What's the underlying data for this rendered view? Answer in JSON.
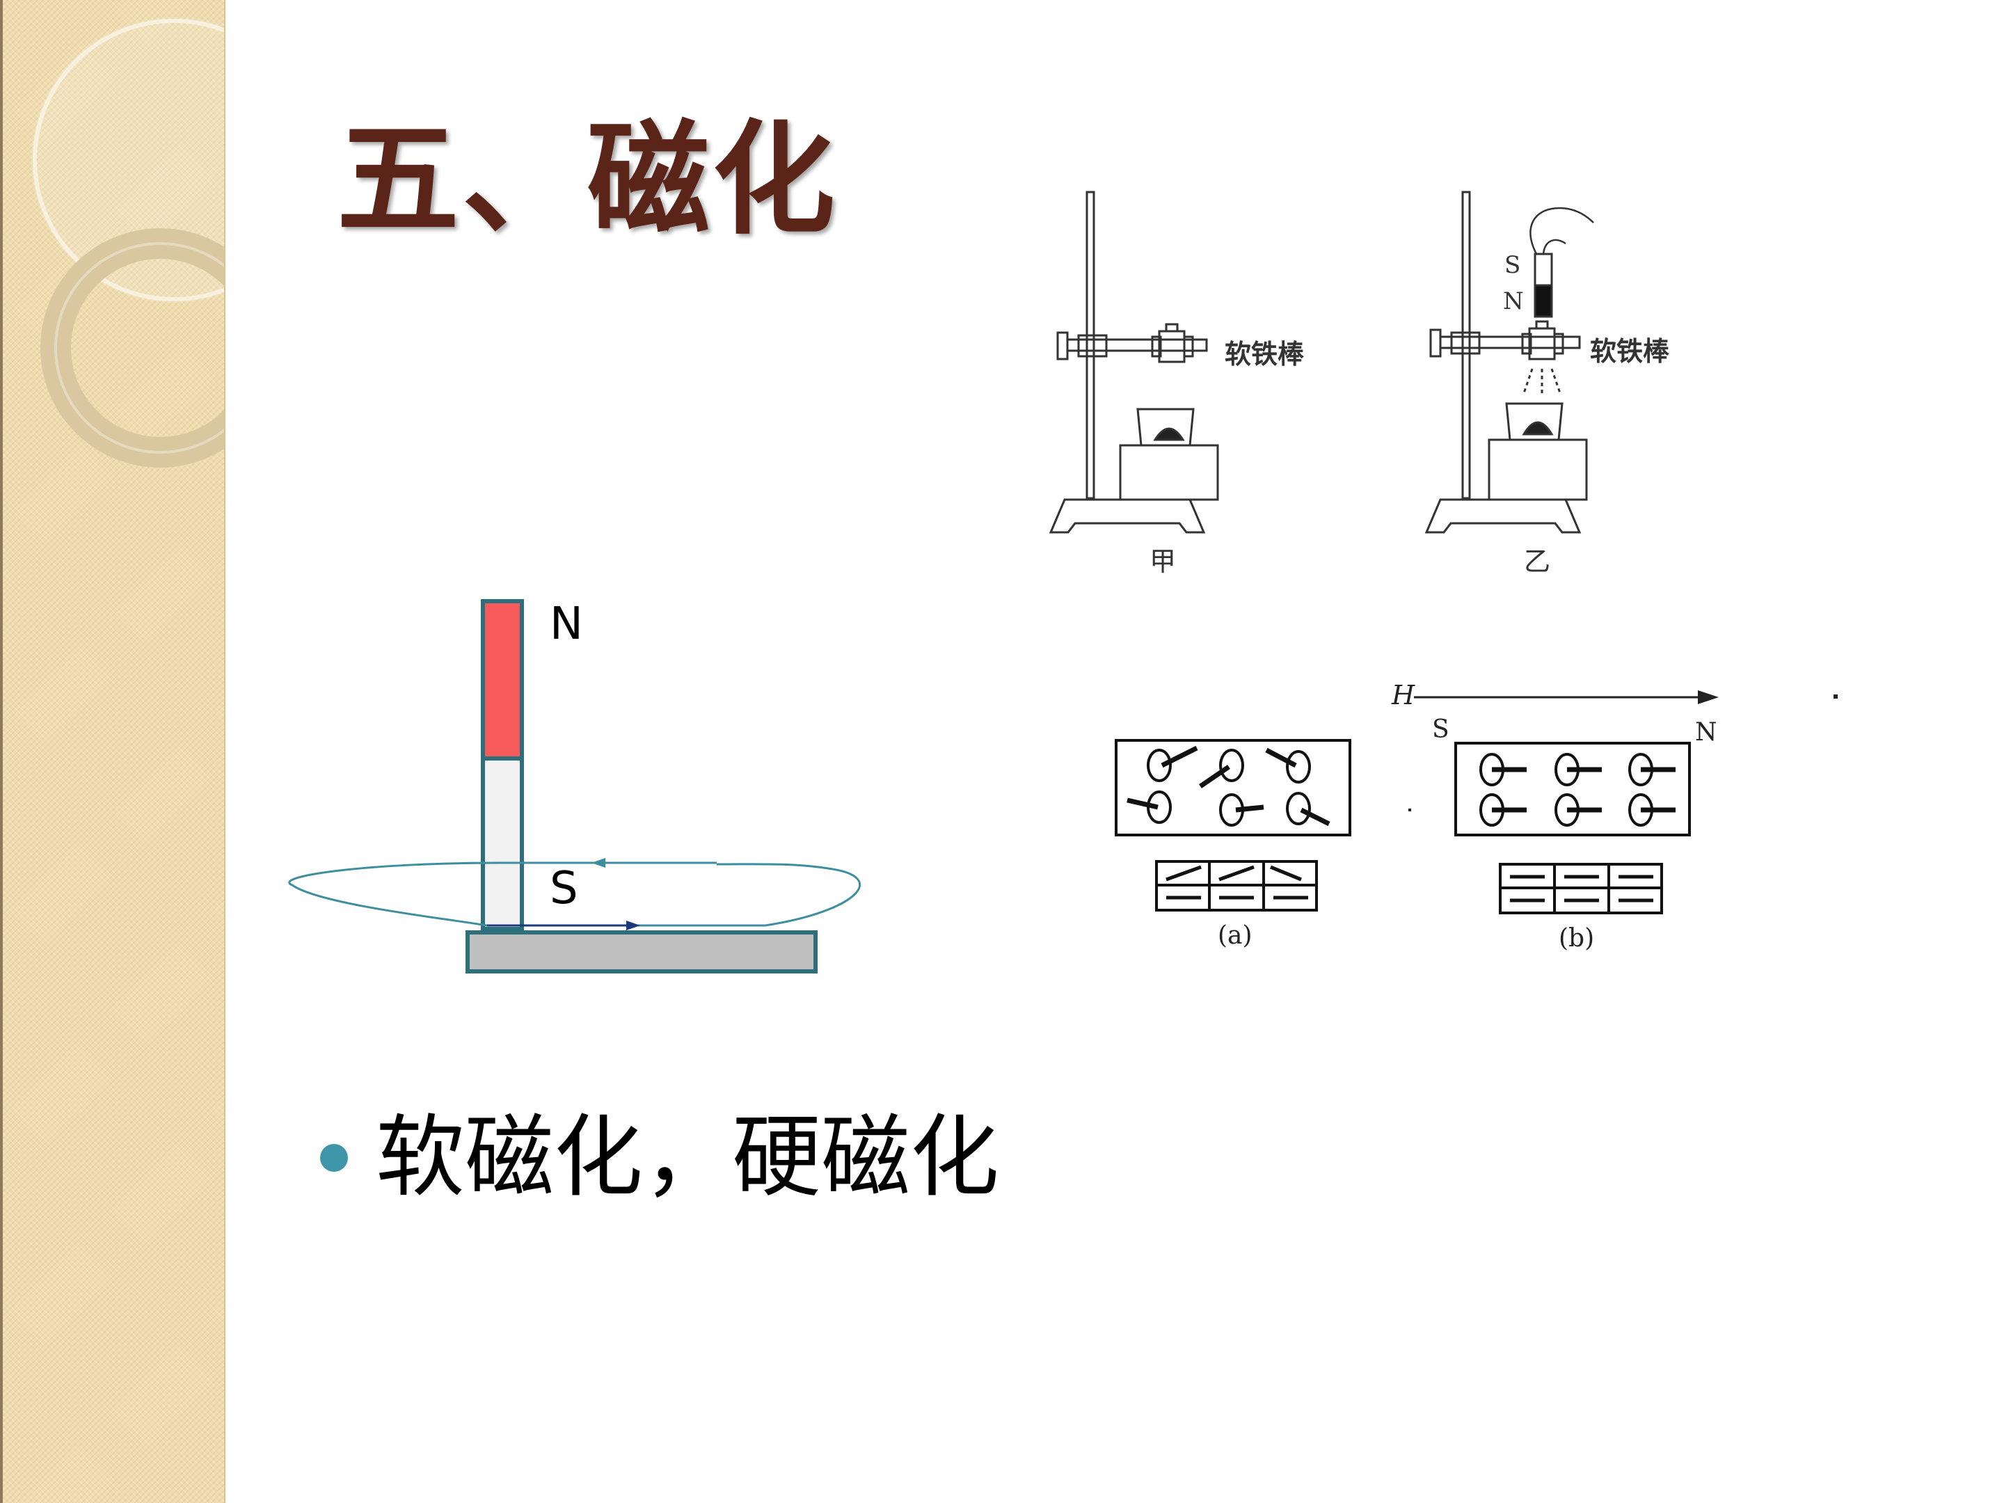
{
  "slide": {
    "title": "五、磁化",
    "bullet": "软磁化，硬磁化"
  },
  "magnet_figure": {
    "north_label": "N",
    "south_label": "S"
  },
  "stand_figure": {
    "left_caption": "甲",
    "right_caption": "乙",
    "rod_label": "软铁棒",
    "magnet_s": "S",
    "magnet_n": "N"
  },
  "domain_figure": {
    "field_label": "H",
    "pole_s": "S",
    "pole_n": "N",
    "caption_a": "(a)",
    "caption_b": "(b)"
  },
  "colors": {
    "title": "#5a2418",
    "bullet": "#3e96a8",
    "north": "#f75a5a",
    "band": "#efdcae",
    "teal": "#2e6f7e"
  }
}
